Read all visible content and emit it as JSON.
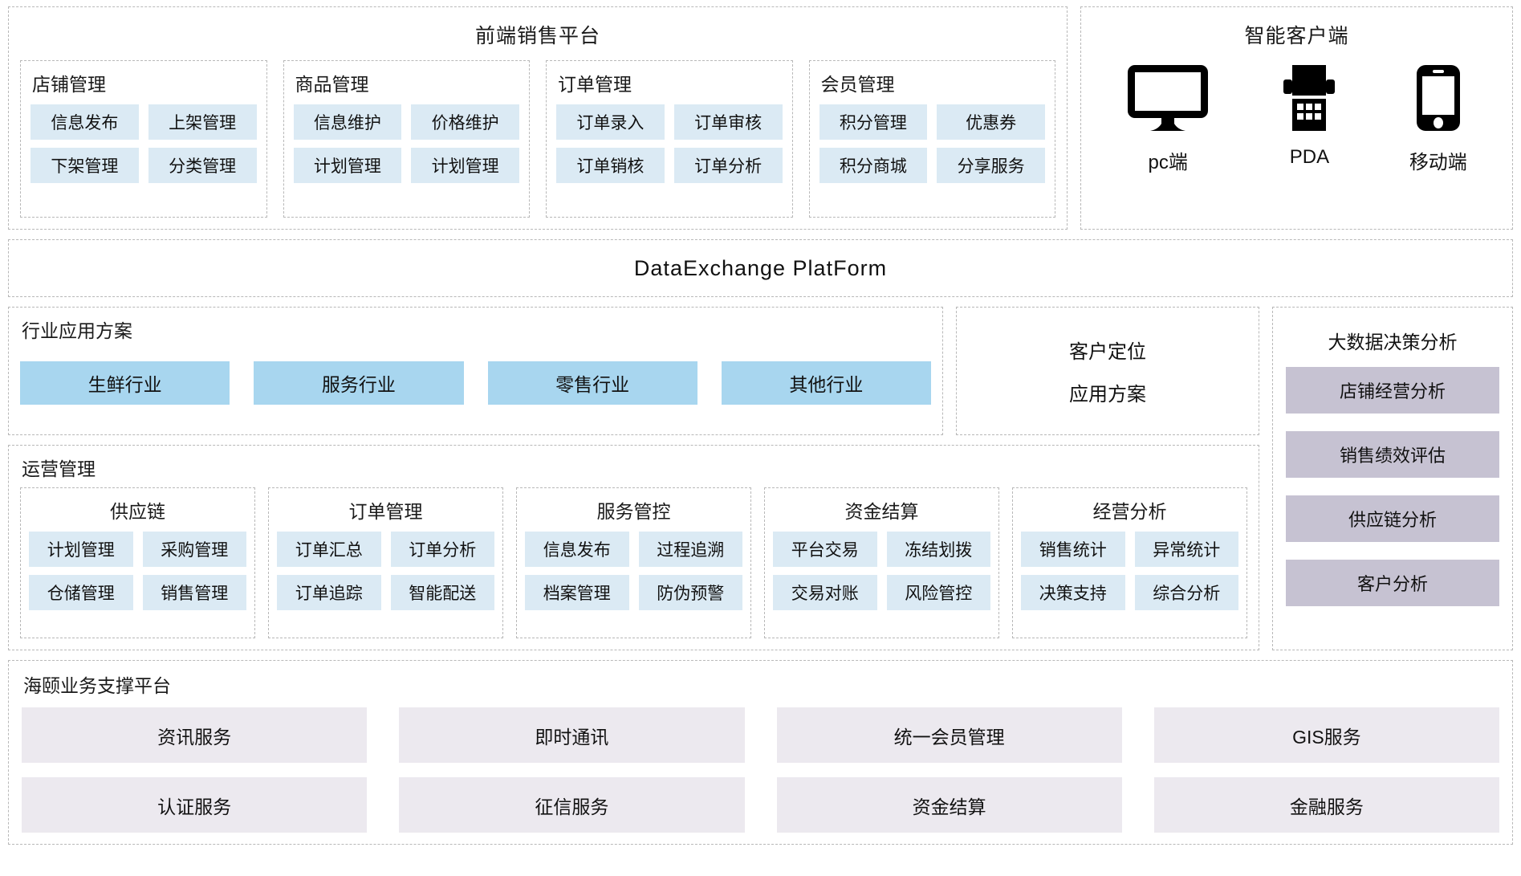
{
  "frontend": {
    "title": "前端销售平台",
    "groups": [
      {
        "title": "店铺管理",
        "items": [
          "信息发布",
          "上架管理",
          "下架管理",
          "分类管理"
        ]
      },
      {
        "title": "商品管理",
        "items": [
          "信息维护",
          "价格维护",
          "计划管理",
          "计划管理"
        ]
      },
      {
        "title": "订单管理",
        "items": [
          "订单录入",
          "订单审核",
          "订单销核",
          "订单分析"
        ]
      },
      {
        "title": "会员管理",
        "items": [
          "积分管理",
          "优惠券",
          "积分商城",
          "分享服务"
        ]
      }
    ]
  },
  "clients": {
    "title": "智能客户端",
    "devices": [
      {
        "icon": "desktop-monitor-icon",
        "label": "pc端"
      },
      {
        "icon": "pda-handheld-icon",
        "label": "PDA"
      },
      {
        "icon": "mobile-phone-icon",
        "label": "移动端"
      }
    ]
  },
  "exchange": {
    "title": "DataExchange  PlatForm"
  },
  "industry": {
    "title": "行业应用方案",
    "chips": [
      "生鲜行业",
      "服务行业",
      "零售行业",
      "其他行业"
    ]
  },
  "locating": {
    "line1": "客户定位",
    "line2": "应用方案"
  },
  "operations": {
    "title": "运营管理",
    "groups": [
      {
        "title": "供应链",
        "items": [
          "计划管理",
          "采购管理",
          "仓储管理",
          "销售管理"
        ]
      },
      {
        "title": "订单管理",
        "items": [
          "订单汇总",
          "订单分析",
          "订单追踪",
          "智能配送"
        ]
      },
      {
        "title": "服务管控",
        "items": [
          "信息发布",
          "过程追溯",
          "档案管理",
          "防伪预警"
        ]
      },
      {
        "title": "资金结算",
        "items": [
          "平台交易",
          "冻结划拨",
          "交易对账",
          "风险管控"
        ]
      },
      {
        "title": "经营分析",
        "items": [
          "销售统计",
          "异常统计",
          "决策支持",
          "综合分析"
        ]
      }
    ]
  },
  "bigdata": {
    "title": "大数据决策分析",
    "items": [
      "店铺经营分析",
      "销售绩效评估",
      "供应链分析",
      "客户分析"
    ]
  },
  "support": {
    "title": "海颐业务支撑平台",
    "items": [
      "资讯服务",
      "即时通讯",
      "统一会员管理",
      "GIS服务",
      "认证服务",
      "征信服务",
      "资金结算",
      "金融服务"
    ]
  },
  "colors": {
    "chip_blue": "#dbeaf4",
    "industry_blue": "#a8d6ef",
    "bigdata_purple": "#c6c2d2",
    "support_lavender": "#ece9ef",
    "border_dashed": "#b8b8b8"
  }
}
